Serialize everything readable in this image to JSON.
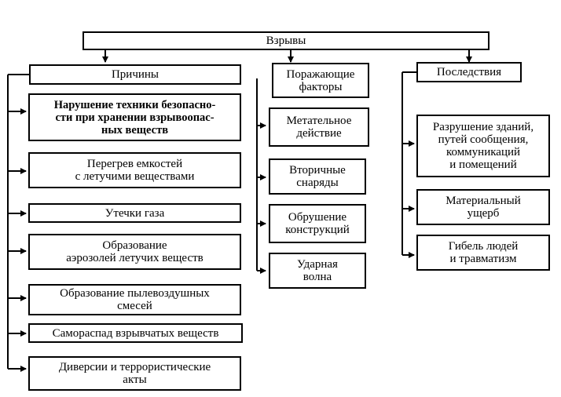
{
  "root": {
    "label": "Взрывы"
  },
  "causes": {
    "header": "Причины",
    "items": [
      "Нарушение техники безопасно-\nсти при хранении взрывоопас-\nных веществ",
      "Перегрев емкостей\nс летучими веществами",
      "Утечки газа",
      "Образование\nаэрозолей летучих веществ",
      "Образование пылевоздушных\nсмесей",
      "Самораспад взрывчатых веществ",
      "Диверсии и террористические\nакты"
    ]
  },
  "factors": {
    "header": "Поражающие\nфакторы",
    "items": [
      "Метательное\nдействие",
      "Вторичные\nснаряды",
      "Обрушение\nконструкций",
      "Ударная\nволна"
    ]
  },
  "consequences": {
    "header": "Последствия",
    "items": [
      "Разрушение зданий,\nпутей сообщения,\nкоммуникаций\nи помещений",
      "Материальный\nущерб",
      "Гибель людей\nи травматизм"
    ]
  }
}
